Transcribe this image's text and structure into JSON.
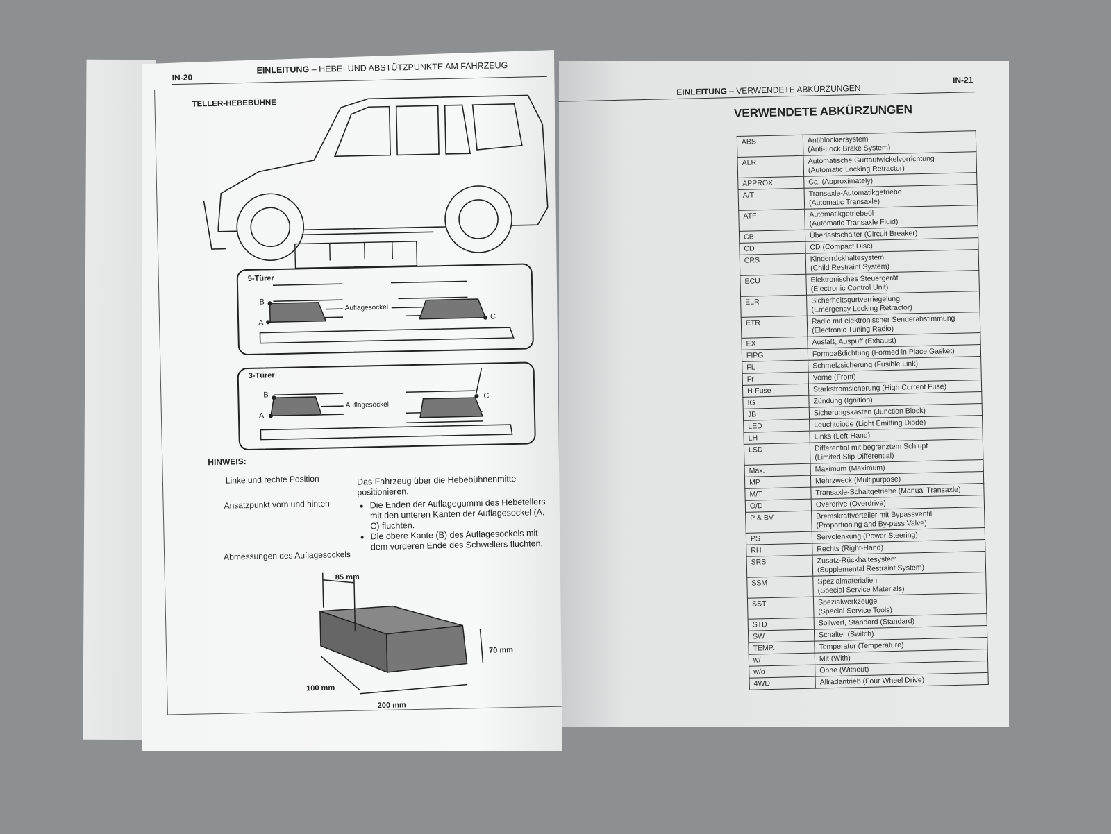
{
  "left_page": {
    "page_number": "IN-20",
    "header_section": "EINLEITUNG",
    "header_title": "– HEBE- UND ABSTÜTZPUNKTE AM FAHRZEUG",
    "section_title": "TELLER-HEBEBÜHNE",
    "diagram_5door": {
      "label": "5-Türer",
      "pad_label": "Auflagesockel",
      "point_a": "A",
      "point_b": "B",
      "point_c": "C"
    },
    "diagram_3door": {
      "label": "3-Türer",
      "pad_label": "Auflagesockel",
      "point_a": "A",
      "point_b": "B",
      "point_c": "C"
    },
    "note": {
      "heading": "HINWEIS:",
      "item1_label": "Linke und rechte Position",
      "item1_text": "Das Fahrzeug über die Hebebühnenmitte positionieren.",
      "item2_label": "Ansatzpunkt vorn und hinten",
      "item2_bullets": [
        "Die Enden der Auflagegummi des Hebetellers mit den unteren Kanten der Auflagesockel (A, C) fluchten.",
        "Die obere Kante (B) des Auflagesockels mit dem vorderen Ende des Schwellers fluchten."
      ],
      "item3_label": "Abmessungen des Auflagesockels"
    },
    "dimensions": {
      "top": "85 mm",
      "height": "70 mm",
      "depth": "100 mm",
      "width": "200 mm"
    }
  },
  "right_page": {
    "page_number": "IN-21",
    "header_section": "EINLEITUNG",
    "header_title": "– VERWENDETE ABKÜRZUNGEN",
    "title": "VERWENDETE ABKÜRZUNGEN",
    "abbreviations": [
      {
        "abbr": "ABS",
        "de": "Antiblockiersystem",
        "en": "(Anti-Lock Brake System)"
      },
      {
        "abbr": "ALR",
        "de": "Automatische Gurtaufwickelvorrichtung",
        "en": "(Automatic Locking Retractor)"
      },
      {
        "abbr": "APPROX.",
        "de": "Ca. (Approximately)",
        "en": ""
      },
      {
        "abbr": "A/T",
        "de": "Transaxle-Automatikgetriebe",
        "en": "(Automatic Transaxle)"
      },
      {
        "abbr": "ATF",
        "de": "Automatikgetriebeöl",
        "en": "(Automatic Transaxle Fluid)"
      },
      {
        "abbr": "CB",
        "de": "Überlastschalter (Circuit Breaker)",
        "en": ""
      },
      {
        "abbr": "CD",
        "de": "CD (Compact Disc)",
        "en": ""
      },
      {
        "abbr": "CRS",
        "de": "Kinderrückhaltesystem",
        "en": "(Child Restraint System)"
      },
      {
        "abbr": "ECU",
        "de": "Elektronisches Steuergerät",
        "en": "(Electronic Control Unit)"
      },
      {
        "abbr": "ELR",
        "de": "Sicherheitsgurtverriegelung",
        "en": "(Emergency Locking Retractor)"
      },
      {
        "abbr": "ETR",
        "de": "Radio mit elektronischer Senderabstimmung",
        "en": "(Electronic Tuning Radio)"
      },
      {
        "abbr": "EX",
        "de": "Auslaß, Auspuff (Exhaust)",
        "en": ""
      },
      {
        "abbr": "FIPG",
        "de": "Formpaßdichtung (Formed in Place Gasket)",
        "en": ""
      },
      {
        "abbr": "FL",
        "de": "Schmelzsicherung (Fusible Link)",
        "en": ""
      },
      {
        "abbr": "Fr",
        "de": "Vorne (Front)",
        "en": ""
      },
      {
        "abbr": "H-Fuse",
        "de": "Starkstromsicherung (High Current Fuse)",
        "en": ""
      },
      {
        "abbr": "IG",
        "de": "Zündung (Ignition)",
        "en": ""
      },
      {
        "abbr": "JB",
        "de": "Sicherungskasten (Junction Block)",
        "en": ""
      },
      {
        "abbr": "LED",
        "de": "Leuchtdiode (Light Emitting Diode)",
        "en": ""
      },
      {
        "abbr": "LH",
        "de": "Links (Left-Hand)",
        "en": ""
      },
      {
        "abbr": "LSD",
        "de": "Differential mit begrenztem Schlupf",
        "en": "(Limited Slip Differential)"
      },
      {
        "abbr": "Max.",
        "de": "Maximum (Maximum)",
        "en": ""
      },
      {
        "abbr": "MP",
        "de": "Mehrzweck (Multipurpose)",
        "en": ""
      },
      {
        "abbr": "M/T",
        "de": "Transaxle-Schaltgetriebe (Manual Transaxle)",
        "en": ""
      },
      {
        "abbr": "O/D",
        "de": "Overdrive (Overdrive)",
        "en": ""
      },
      {
        "abbr": "P & BV",
        "de": "Bremskraftverteiler mit Bypassventil",
        "en": "(Proportioning and By-pass Valve)"
      },
      {
        "abbr": "PS",
        "de": "Servolenkung (Power Steering)",
        "en": ""
      },
      {
        "abbr": "RH",
        "de": "Rechts (Right-Hand)",
        "en": ""
      },
      {
        "abbr": "SRS",
        "de": "Zusatz-Rückhaltesystem",
        "en": "(Supplemental Restraint System)"
      },
      {
        "abbr": "SSM",
        "de": "Spezialmaterialien",
        "en": "(Special Service Materials)"
      },
      {
        "abbr": "SST",
        "de": "Spezialwerkzeuge",
        "en": "(Special Service Tools)"
      },
      {
        "abbr": "STD",
        "de": "Sollwert, Standard (Standard)",
        "en": ""
      },
      {
        "abbr": "SW",
        "de": "Schalter (Switch)",
        "en": ""
      },
      {
        "abbr": "TEMP.",
        "de": "Temperatur (Temperature)",
        "en": ""
      },
      {
        "abbr": "w/",
        "de": "Mit (With)",
        "en": ""
      },
      {
        "abbr": "w/o",
        "de": "Ohne (Without)",
        "en": ""
      },
      {
        "abbr": "4WD",
        "de": "Allradantrieb (Four Wheel Drive)",
        "en": ""
      }
    ]
  }
}
